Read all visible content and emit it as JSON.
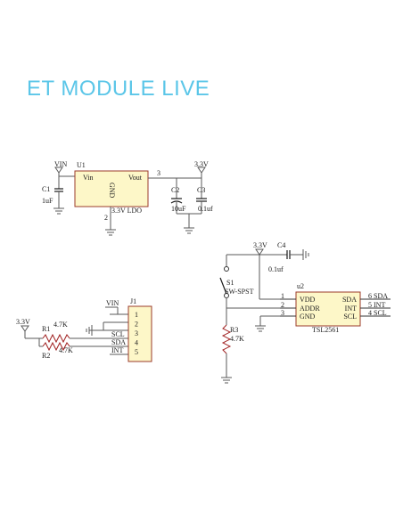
{
  "title": "ET MODULE LIVE",
  "power": {
    "vin_label": "VIN",
    "v33_label": "3.3V",
    "pin3": "3",
    "pin2": "2"
  },
  "u1": {
    "ref": "U1",
    "pin_in": "Vin",
    "pin_out": "Vout",
    "pin_gnd": "GND",
    "value": "3.3V LDO"
  },
  "c1": {
    "ref": "C1",
    "value": "1uF"
  },
  "c2": {
    "ref": "C2",
    "value": "10uF"
  },
  "c3": {
    "ref": "C3",
    "value": "0.1uf"
  },
  "c4": {
    "ref": "C4",
    "value": "0.1uf"
  },
  "s1": {
    "ref": "S1",
    "value": "SW-SPST"
  },
  "r1": {
    "ref": "R1",
    "value": "4.7K"
  },
  "r2": {
    "ref": "R2",
    "value": "4.7K"
  },
  "r3": {
    "ref": "R3",
    "value": "4.7K"
  },
  "j1": {
    "ref": "J1",
    "pins": [
      "1",
      "2",
      "3",
      "4",
      "5"
    ],
    "nets": [
      "VIN",
      "SCL",
      "SDA",
      "INT"
    ]
  },
  "u2": {
    "ref": "u2",
    "value": "TSL2561",
    "left_pins": [
      "1",
      "2",
      "3"
    ],
    "left_labels": [
      "VDD",
      "ADDR",
      "GND"
    ],
    "right_labels": [
      "SDA",
      "INT",
      "SCL"
    ],
    "right_pins": [
      "6",
      "5",
      "4"
    ],
    "net_labels": [
      "SDA",
      "INT",
      "SCL"
    ]
  }
}
